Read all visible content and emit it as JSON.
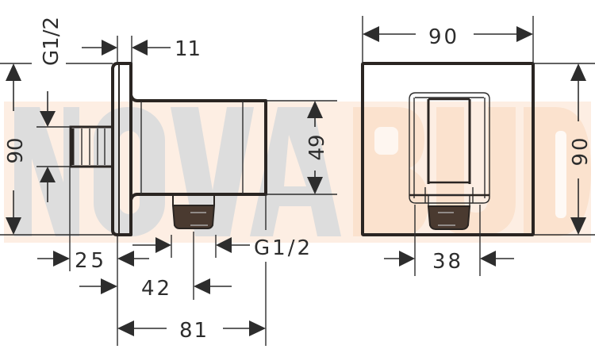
{
  "watermark": {
    "text": "NOVABUD",
    "letters": [
      "N",
      "O",
      "V",
      "A",
      "B",
      "U",
      "D"
    ],
    "fill_gray": "#dcdcdc",
    "fill_orange": "#fde8d8"
  },
  "colors": {
    "line": "#2a2522",
    "dim_line": "#2d2d2d",
    "thread_fill": "#4a3a30",
    "background": "#ffffff"
  },
  "side_view": {
    "labels": {
      "top_thread": "G1/2",
      "plate_thickness": "11",
      "height": "90",
      "body_height": "49",
      "inlet_offset": "25",
      "outlet_center": "42",
      "total_depth": "81",
      "outlet_thread": "G1/2"
    }
  },
  "front_view": {
    "labels": {
      "width": "90",
      "height": "90",
      "outlet_width": "38"
    }
  }
}
